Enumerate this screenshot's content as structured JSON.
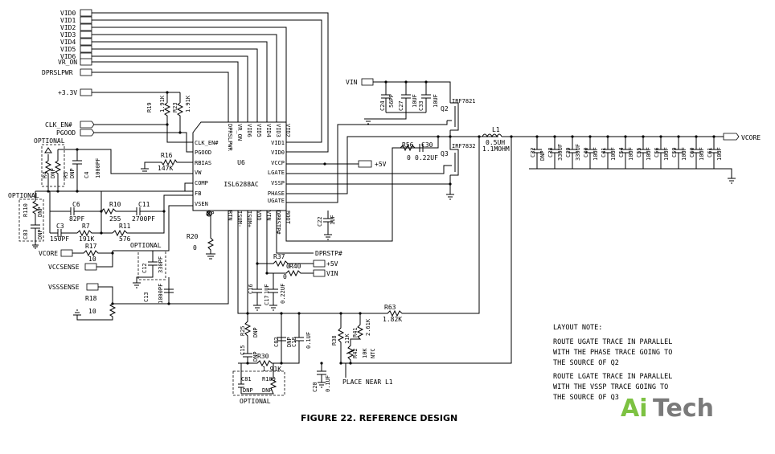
{
  "figure_caption": "FIGURE 22. REFERENCE DESIGN",
  "logo": {
    "part1": "Ai",
    "part2": "Tech"
  },
  "ic": {
    "ref": "U6",
    "part": "ISL6288AC"
  },
  "ports": {
    "vid": [
      "VID0",
      "VID1",
      "VID2",
      "VID3",
      "VID4",
      "VID5",
      "VID6"
    ],
    "vr_on": "VR_ON",
    "dprslpwr": "DPRSLPWR",
    "v33": "+3.3V",
    "clk_en": "CLK_EN#",
    "pgood": "PGOOD",
    "vin_top": "VIN",
    "plus5v": "+5V",
    "vcore_out": "VCORE",
    "vcore_in": "VCORE",
    "vccsense": "VCCSENSE",
    "vsssense": "VSSSENSE",
    "dprstp": "DPRSTP#",
    "plus5v_b": "+5V",
    "vin_b": "VIN"
  },
  "pins_left": [
    "CLK_EN#",
    "PGOOD",
    "RBIAS",
    "VW",
    "COMP",
    "FB",
    "VSEN",
    "EP"
  ],
  "pins_right": [
    "VID1",
    "VID0",
    "VCCP",
    "LGATE",
    "VSSP",
    "PHASE",
    "UGATE"
  ],
  "pins_top": [
    "DPRSLPWR",
    "VR_ON",
    "VID6",
    "VID5",
    "VID4",
    "VID3",
    "VID2"
  ],
  "pins_bottom": [
    "RTN",
    "ISUM-",
    "ISUM+",
    "VDD",
    "VIN",
    "DPRSTP#",
    "BOOT"
  ],
  "components": {
    "r19": [
      "R19",
      "1.91K"
    ],
    "r23": [
      "R23",
      "1.91K"
    ],
    "r16": [
      "R16",
      "147K"
    ],
    "r4": [
      "R4",
      "DNP"
    ],
    "r5": [
      "R5",
      "DNP"
    ],
    "c4": [
      "C4",
      "1000PF"
    ],
    "c6": [
      "C6",
      "82PF"
    ],
    "r10": [
      "R10",
      "255"
    ],
    "c11": [
      "C11",
      "2700PF"
    ],
    "r7": [
      "R7",
      "191K"
    ],
    "r11": [
      "R11",
      "576"
    ],
    "c3": [
      "C3",
      "150PF"
    ],
    "r110": [
      "R110",
      "DNP"
    ],
    "c83": [
      "C83",
      "DNP"
    ],
    "r17": [
      "R17",
      "10"
    ],
    "c12": [
      "C12",
      "330PF"
    ],
    "r18": [
      "R18",
      "10"
    ],
    "c13": [
      "C13",
      "1000PF"
    ],
    "r20": [
      "R20",
      "0"
    ],
    "r37": [
      "R37",
      "0"
    ],
    "r40": [
      "R40",
      "0"
    ],
    "c16": [
      "C16",
      "1UF"
    ],
    "c17": [
      "C17",
      "0.22UF"
    ],
    "c22": [
      "C22",
      "1UF"
    ],
    "r56": [
      "R56",
      "0"
    ],
    "c30": [
      "C30",
      "0.22UF"
    ],
    "c24": [
      "C24",
      "56PF"
    ],
    "c27": [
      "C27",
      "10UF"
    ],
    "c33": [
      "C33",
      "10UF"
    ],
    "q2": [
      "Q2",
      "IRF7821"
    ],
    "q3": [
      "Q3",
      "IRF7832"
    ],
    "l1": [
      "L1",
      "0.5UH",
      "1.1MOHM"
    ],
    "r63": [
      "R63",
      "1.82K"
    ],
    "r25": [
      "R25",
      "DNP"
    ],
    "c15": [
      "C15",
      "DNP"
    ],
    "r30": [
      "R30",
      "1.91K"
    ],
    "c82": [
      "C82",
      "DNP"
    ],
    "c18": [
      "C18",
      "0.1UF"
    ],
    "r38": [
      "R38",
      "11K"
    ],
    "r41": [
      "R41",
      "2.61K"
    ],
    "r42": [
      "R42",
      "10K",
      "NTC"
    ],
    "c20": [
      "C20",
      "0.1UF"
    ],
    "c81": [
      "C81",
      "DNP"
    ],
    "r109": [
      "R109",
      "DNP"
    ]
  },
  "output_caps": [
    [
      "C32",
      "DNP"
    ],
    [
      "C38",
      "330UF"
    ],
    [
      "C39",
      "330UF"
    ],
    [
      "C40",
      "10UF"
    ],
    [
      "C41",
      "10UF"
    ],
    [
      "C54",
      "10UF"
    ],
    [
      "C55",
      "10UF"
    ],
    [
      "C56",
      "10UF"
    ],
    [
      "C59",
      "10UF"
    ],
    [
      "C60",
      "10UF"
    ],
    [
      "C61",
      "10UF"
    ]
  ],
  "optional_labels": [
    "OPTIONAL",
    "OPTIONAL",
    "OPTIONAL",
    "OPTIONAL"
  ],
  "place_near": "PLACE NEAR L1",
  "layout_note": {
    "title": "LAYOUT NOTE:",
    "lines1": [
      "ROUTE UGATE TRACE IN PARALLEL",
      "WITH THE PHASE TRACE GOING TO",
      "THE SOURCE OF Q2"
    ],
    "lines2": [
      "ROUTE LGATE TRACE IN PARALLEL",
      "WITH THE VSSP TRACE GOING TO",
      "THE SOURCE OF Q3"
    ]
  }
}
